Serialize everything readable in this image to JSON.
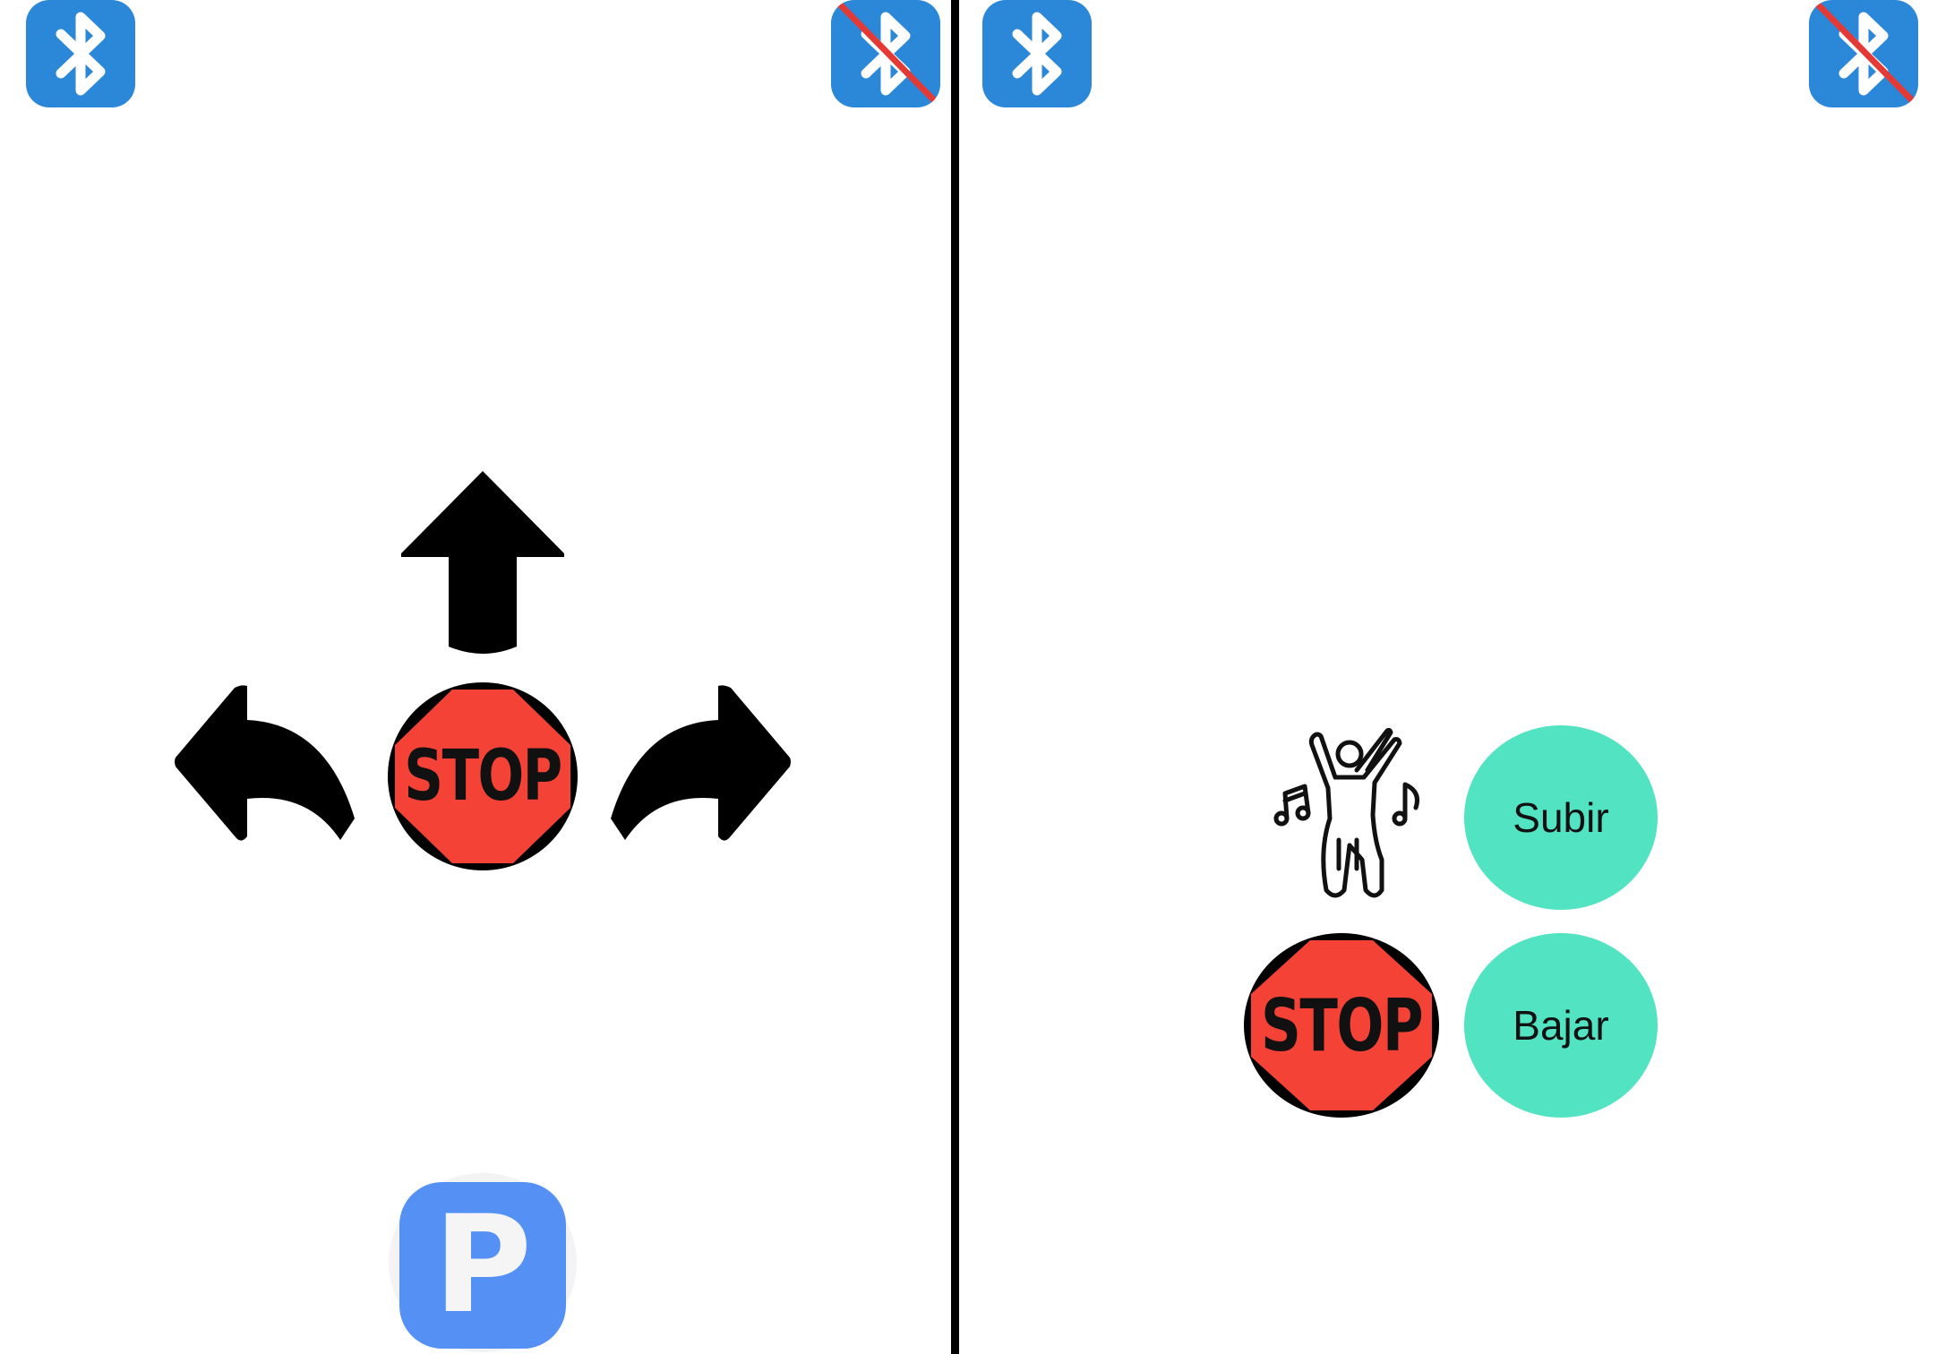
{
  "colors": {
    "bluetooth_tile": "#2b87d8",
    "stop_red": "#f44336",
    "teal_button": "#52e3c2",
    "parking_blue": "#5591f5",
    "disabled_slash": "#e53935"
  },
  "left_panel": {
    "bluetooth_connect": {
      "icon": "bluetooth-icon"
    },
    "bluetooth_disconnect": {
      "icon": "bluetooth-disabled-icon"
    },
    "forward": {
      "icon": "arrow-up-icon"
    },
    "turn_left": {
      "icon": "arrow-curve-left-icon"
    },
    "turn_right": {
      "icon": "arrow-curve-right-icon"
    },
    "stop": {
      "label": "STOP",
      "icon": "stop-sign-icon"
    },
    "parking": {
      "label": "P",
      "icon": "parking-icon"
    }
  },
  "right_panel": {
    "bluetooth_connect": {
      "icon": "bluetooth-icon"
    },
    "bluetooth_disconnect": {
      "icon": "bluetooth-disabled-icon"
    },
    "dance": {
      "icon": "dancing-person-icon"
    },
    "stop": {
      "label": "STOP",
      "icon": "stop-sign-icon"
    },
    "up_button": {
      "label": "Subir"
    },
    "down_button": {
      "label": "Bajar"
    }
  }
}
